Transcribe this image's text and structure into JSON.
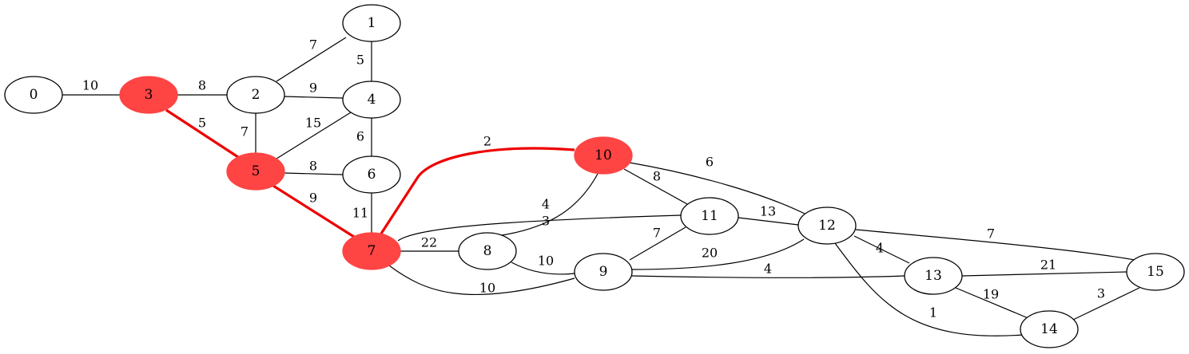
{
  "graph": {
    "node_colors": {
      "default": "#ffffff",
      "highlight": "#ff4444",
      "edge_default": "#000000",
      "edge_highlight": "#ee0000"
    },
    "nodes": [
      {
        "id": "0",
        "label": "0",
        "highlighted": false
      },
      {
        "id": "1",
        "label": "1",
        "highlighted": false
      },
      {
        "id": "2",
        "label": "2",
        "highlighted": false
      },
      {
        "id": "3",
        "label": "3",
        "highlighted": true
      },
      {
        "id": "4",
        "label": "4",
        "highlighted": false
      },
      {
        "id": "5",
        "label": "5",
        "highlighted": true
      },
      {
        "id": "6",
        "label": "6",
        "highlighted": false
      },
      {
        "id": "7",
        "label": "7",
        "highlighted": true
      },
      {
        "id": "8",
        "label": "8",
        "highlighted": false
      },
      {
        "id": "9",
        "label": "9",
        "highlighted": false
      },
      {
        "id": "10",
        "label": "10",
        "highlighted": true
      },
      {
        "id": "11",
        "label": "11",
        "highlighted": false
      },
      {
        "id": "12",
        "label": "12",
        "highlighted": false
      },
      {
        "id": "13",
        "label": "13",
        "highlighted": false
      },
      {
        "id": "14",
        "label": "14",
        "highlighted": false
      },
      {
        "id": "15",
        "label": "15",
        "highlighted": false
      }
    ],
    "edges": [
      {
        "from": "0",
        "to": "3",
        "weight": "10",
        "highlighted": false
      },
      {
        "from": "3",
        "to": "2",
        "weight": "8",
        "highlighted": false
      },
      {
        "from": "3",
        "to": "5",
        "weight": "5",
        "highlighted": true
      },
      {
        "from": "2",
        "to": "1",
        "weight": "7",
        "highlighted": false
      },
      {
        "from": "1",
        "to": "4",
        "weight": "5",
        "highlighted": false
      },
      {
        "from": "2",
        "to": "4",
        "weight": "9",
        "highlighted": false
      },
      {
        "from": "2",
        "to": "5",
        "weight": "7",
        "highlighted": false
      },
      {
        "from": "5",
        "to": "4",
        "weight": "15",
        "highlighted": false
      },
      {
        "from": "4",
        "to": "6",
        "weight": "6",
        "highlighted": false
      },
      {
        "from": "5",
        "to": "6",
        "weight": "8",
        "highlighted": false
      },
      {
        "from": "5",
        "to": "7",
        "weight": "9",
        "highlighted": true
      },
      {
        "from": "6",
        "to": "7",
        "weight": "11",
        "highlighted": false
      },
      {
        "from": "7",
        "to": "10",
        "weight": "2",
        "highlighted": true
      },
      {
        "from": "7",
        "to": "11",
        "weight": "4",
        "highlighted": false
      },
      {
        "from": "7",
        "to": "8",
        "weight": "22",
        "highlighted": false
      },
      {
        "from": "7",
        "to": "9",
        "weight": "10",
        "highlighted": false
      },
      {
        "from": "8",
        "to": "10",
        "weight": "3",
        "highlighted": false
      },
      {
        "from": "8",
        "to": "9",
        "weight": "10",
        "highlighted": false
      },
      {
        "from": "10",
        "to": "11",
        "weight": "8",
        "highlighted": false
      },
      {
        "from": "10",
        "to": "12",
        "weight": "6",
        "highlighted": false
      },
      {
        "from": "11",
        "to": "9",
        "weight": "7",
        "highlighted": false
      },
      {
        "from": "11",
        "to": "12",
        "weight": "13",
        "highlighted": false
      },
      {
        "from": "9",
        "to": "12",
        "weight": "20",
        "highlighted": false
      },
      {
        "from": "9",
        "to": "13",
        "weight": "4",
        "highlighted": false
      },
      {
        "from": "12",
        "to": "13",
        "weight": "4",
        "highlighted": false
      },
      {
        "from": "12",
        "to": "15",
        "weight": "7",
        "highlighted": false
      },
      {
        "from": "12",
        "to": "14",
        "weight": "1",
        "highlighted": false
      },
      {
        "from": "13",
        "to": "15",
        "weight": "21",
        "highlighted": false
      },
      {
        "from": "13",
        "to": "14",
        "weight": "19",
        "highlighted": false
      },
      {
        "from": "14",
        "to": "15",
        "weight": "3",
        "highlighted": false
      }
    ]
  }
}
